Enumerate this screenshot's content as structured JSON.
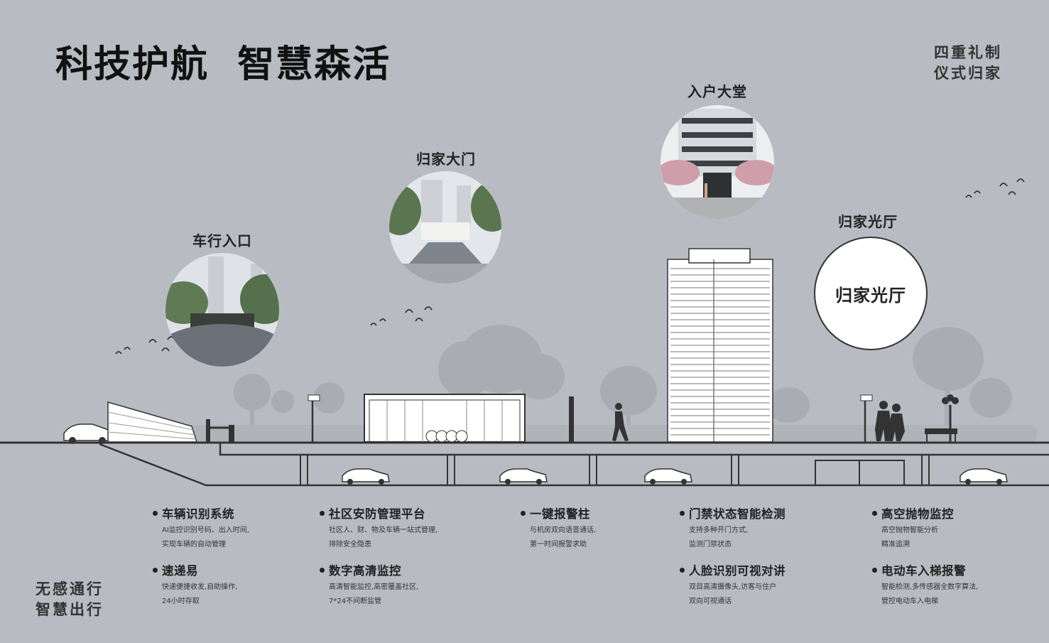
{
  "header": {
    "title": "科技护航  智慧森活",
    "ritual_line1": "四重礼制",
    "ritual_line2": "仪式归家"
  },
  "footer": {
    "slogan_line1": "无感通行",
    "slogan_line2": "智慧出行"
  },
  "stations": [
    {
      "label": "车行入口"
    },
    {
      "label": "归家大门"
    },
    {
      "label": "入户大堂"
    },
    {
      "label": "归家光厅"
    }
  ],
  "light_hall_text": "归家光厅",
  "features": [
    {
      "title": "车辆识别系统",
      "line1": "AI监控识别号码、出入时间,",
      "line2": "实现车辆的自动管理"
    },
    {
      "title": "社区安防管理平台",
      "line1": "社区人、财、物及车辆一站式管理,",
      "line2": "排除安全隐患"
    },
    {
      "title": "一键报警柱",
      "line1": "与机房双向语音通话,",
      "line2": "第一时间报警求助"
    },
    {
      "title": "门禁状态智能检测",
      "line1": "支持多种开门方式,",
      "line2": "监测门禁状态"
    },
    {
      "title": "高空抛物监控",
      "line1": "高空抛物智能分析",
      "line2": "精准追溯"
    },
    {
      "title": "速递易",
      "line1": "快递便捷收发,自助操作,",
      "line2": "24小时存取"
    },
    {
      "title": "数字高清监控",
      "line1": "高清智能监控,高密覆盖社区,",
      "line2": "7*24不间断监管"
    },
    {
      "title": "人脸识别可视对讲",
      "line1": "双目高清摄像头,访客与住户",
      "line2": "双向可视通话"
    },
    {
      "title": "电动车入梯报警",
      "line1": "智能检测,多传感器全数字算法,",
      "line2": "管控电动车入电梯"
    }
  ],
  "colors": {
    "background": "#b8bcc2",
    "text": "#222222",
    "line": "#333333"
  }
}
